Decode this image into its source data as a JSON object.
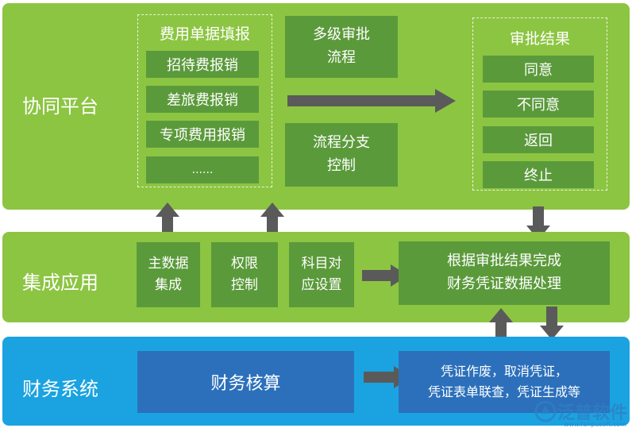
{
  "platform": {
    "label": "协同平台",
    "expense_group": {
      "title": "费用单据填报",
      "items": [
        "招待费报销",
        "差旅费报销",
        "专项费用报销",
        "......"
      ]
    },
    "multi_level": [
      "多级审批",
      "流程"
    ],
    "branch": [
      "流程分支",
      "控制"
    ],
    "result_group": {
      "title": "审批结果",
      "items": [
        "同意",
        "不同意",
        "返回",
        "终止"
      ]
    }
  },
  "integration": {
    "label": "集成应用",
    "master_data": [
      "主数据",
      "集成"
    ],
    "permission": [
      "权限",
      "控制"
    ],
    "subject": [
      "科目对",
      "应设置"
    ],
    "voucher_process": [
      "根据审批结果完成",
      "财务凭证数据处理"
    ]
  },
  "finance": {
    "label": "财务系统",
    "accounting": "财务核算",
    "voucher_ops": [
      "凭证作废，取消凭证，",
      "凭证表单联查，凭证生成等"
    ]
  },
  "watermark": {
    "text": "泛普软件",
    "url": "www.fanpusoft.com"
  },
  "colors": {
    "band_green": "#8cc542",
    "box_green": "#5b9a3b",
    "band_blue": "#1aa3e0",
    "box_blue": "#2c70bb",
    "arrow": "#5a5a5a"
  }
}
